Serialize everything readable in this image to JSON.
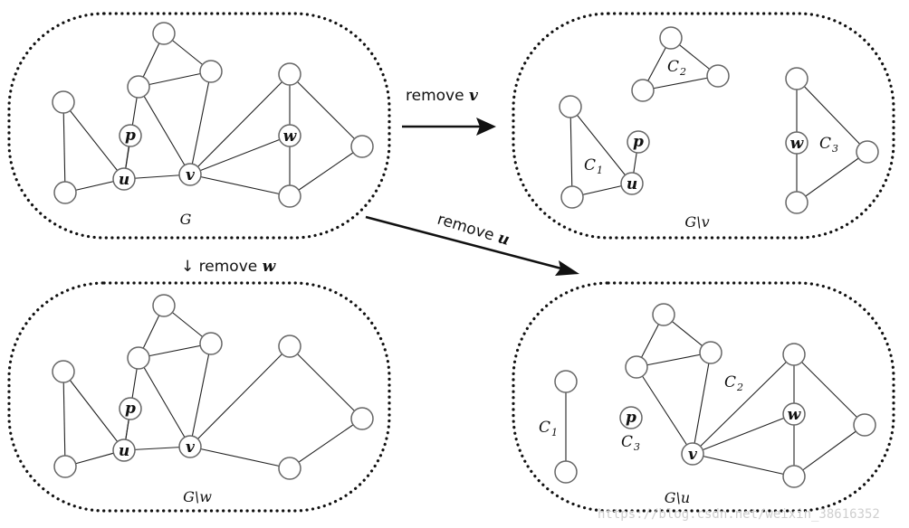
{
  "graphs": {
    "g": {
      "label": "G"
    },
    "g_minus_v": {
      "label": "G\\v"
    },
    "g_minus_w": {
      "label": "G\\w"
    },
    "g_minus_u": {
      "label": "G\\u"
    }
  },
  "nodes": {
    "p": "p",
    "u": "u",
    "v": "v",
    "w": "w"
  },
  "components": {
    "c1": "C",
    "c1_sub": "1",
    "c2": "C",
    "c2_sub": "2",
    "c3": "C",
    "c3_sub": "3"
  },
  "arrows": {
    "remove_v": {
      "text": "remove ",
      "var": "v"
    },
    "remove_u": {
      "text": "remove ",
      "var": "u"
    },
    "remove_w": {
      "prefix": "↓ ",
      "text": "remove ",
      "var": "w"
    }
  },
  "watermark": "https://blog.csdn.net/weixin_38616352"
}
